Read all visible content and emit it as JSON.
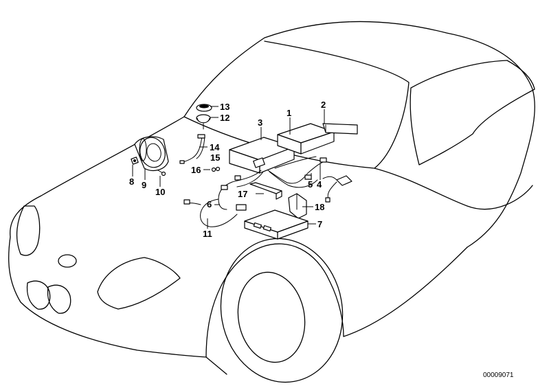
{
  "diagram": {
    "document_number": "00009071",
    "callouts": [
      {
        "id": "1",
        "label": "1"
      },
      {
        "id": "2",
        "label": "2"
      },
      {
        "id": "3",
        "label": "3"
      },
      {
        "id": "4",
        "label": "4"
      },
      {
        "id": "5",
        "label": "5"
      },
      {
        "id": "6",
        "label": "6"
      },
      {
        "id": "7",
        "label": "7"
      },
      {
        "id": "8",
        "label": "8"
      },
      {
        "id": "9",
        "label": "9"
      },
      {
        "id": "10",
        "label": "10"
      },
      {
        "id": "11",
        "label": "11"
      },
      {
        "id": "12",
        "label": "12"
      },
      {
        "id": "13",
        "label": "13"
      },
      {
        "id": "14",
        "label": "14"
      },
      {
        "id": "15",
        "label": "15"
      },
      {
        "id": "16",
        "label": "16"
      },
      {
        "id": "17",
        "label": "17"
      },
      {
        "id": "18",
        "label": "18"
      }
    ]
  }
}
